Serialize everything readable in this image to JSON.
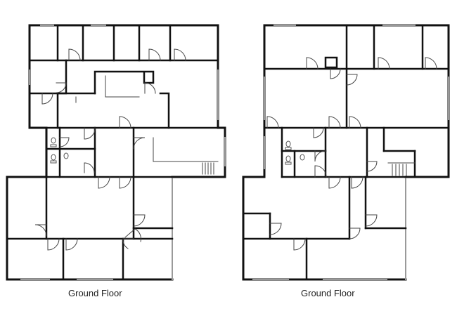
{
  "plans": [
    {
      "id": "left",
      "caption": "Ground Floor"
    },
    {
      "id": "right",
      "caption": "Ground Floor"
    }
  ],
  "colors": {
    "wall": "#111111",
    "window": "#9a9a9a",
    "door": "#444444",
    "background": "#ffffff"
  }
}
